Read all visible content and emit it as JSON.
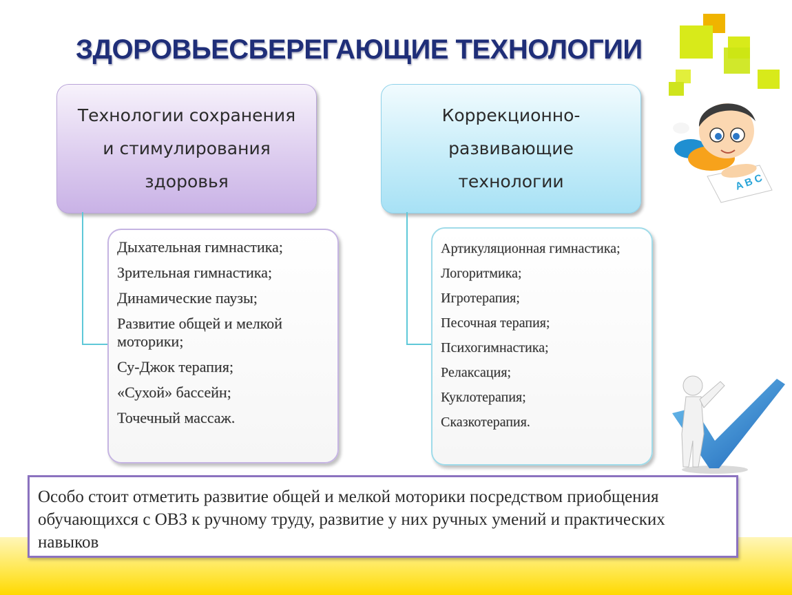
{
  "title": "ЗДОРОВЬЕСБЕРЕГАЮЩИЕ ТЕХНОЛОГИИ",
  "left_column": {
    "heading": "Технологии сохранения\nи стимулирования\nздоровья",
    "items": [
      "Дыхательная гимнастика;",
      "Зрительная гимнастика;",
      "Динамические паузы;",
      "Развитие общей и мелкой моторики;",
      "Су-Джок терапия;",
      "«Сухой» бассейн;",
      "Точечный массаж."
    ]
  },
  "right_column": {
    "heading": "Коррекционно-\nразвивающие\nтехнологии",
    "items": [
      "Артикуляционная гимнастика;",
      "Логоритмика;",
      "Игротерапия;",
      "Песочная терапия;",
      "Психогимнастика;",
      "Релаксация;",
      "Куклотерапия;",
      "Сказкотерапия."
    ]
  },
  "note": "Особо стоит отметить развитие общей и мелкой моторики посредством приобщения обучающихся с ОВЗ к ручному труду, развитие у них ручных умений и практических навыков",
  "decor": {
    "sheet_letters": "A B C"
  },
  "colors": {
    "title": "#1f2e78",
    "left_accent": "#c9b2e6",
    "right_accent": "#a7e1f5",
    "connector": "#5ec8d8",
    "note_border": "#8b72bf",
    "band": "#ffe74a"
  }
}
